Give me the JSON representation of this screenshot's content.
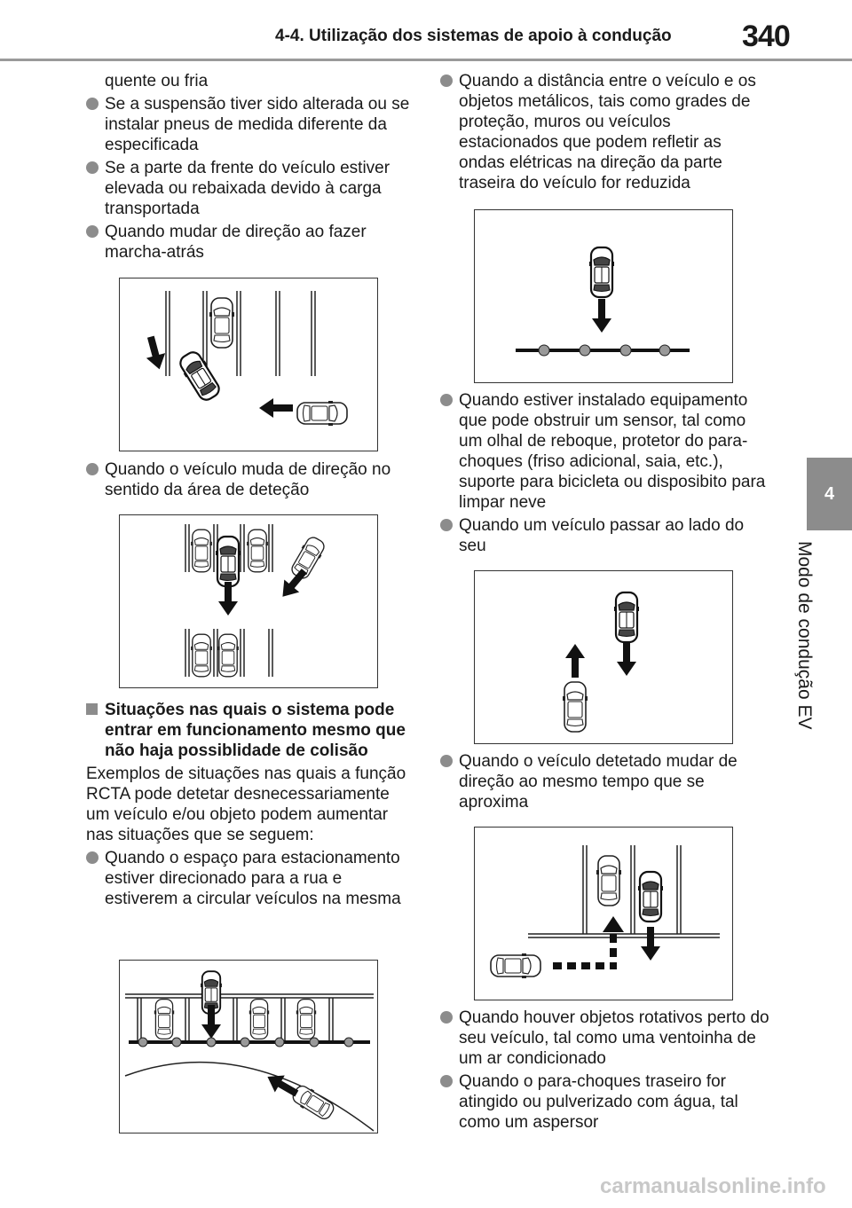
{
  "header": {
    "title": "4-4. Utilização dos sistemas de apoio à condução",
    "page_number": "340"
  },
  "side_tab": {
    "chapter_number": "4",
    "chapter_title": "Modo de condução EV"
  },
  "left_column": {
    "intro_continuation": "quente ou fria",
    "bullets_a": [
      "Se a suspensão tiver sido alterada ou se instalar pneus de medida diferente da especificada",
      "Se a parte da frente do veículo estiver elevada ou rebaixada devido à carga transportada",
      "Quando mudar de direção ao fazer marcha-atrás"
    ],
    "bullet_b": "Quando o veículo muda de direção no sentido da área de deteção",
    "section_heading": "Situações nas quais o sistema pode entrar em funcionamento mesmo que não haja possiblidade de colisão",
    "section_intro": "Exemplos de situações nas quais a função RCTA pode detetar desnecessariamente um veículo e/ou objeto podem aumentar nas situações que se seguem:",
    "bullet_c": "Quando o espaço para estacionamento estiver direcionado para a rua e estiverem a circular veículos na mesma"
  },
  "right_column": {
    "bullet_d": "Quando a distância entre o veículo e os objetos metálicos, tais como grades de proteção, muros ou veículos estacionados que podem refletir as ondas elétricas na direção da parte traseira do veículo for reduzida",
    "bullets_e": [
      "Quando estiver instalado equipamento que pode obstruir um sensor, tal como um olhal de reboque, protetor do para-choques (friso adicional, saia, etc.), suporte para bicicleta ou disposibito para limpar neve",
      "Quando um veículo passar ao lado do seu"
    ],
    "bullet_f": "Quando o veículo detetado mudar de direção ao mesmo tempo que se aproxima",
    "bullets_g": [
      "Quando houver objetos rotativos perto do seu veículo, tal como uma ventoinha de um ar condicionado",
      "Quando o para-choques traseiro for atingido ou pulverizado com água, tal como um aspersor"
    ]
  },
  "watermark": "carmanualsonline.info"
}
